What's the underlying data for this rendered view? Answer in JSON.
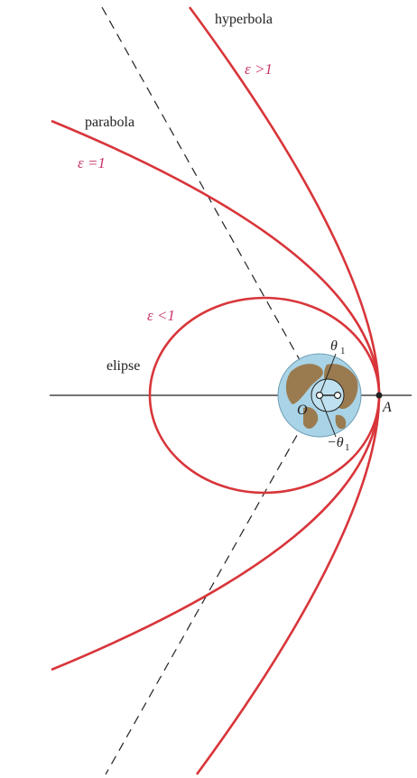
{
  "labels": {
    "hyperbola": "hyperbola",
    "hyperbola_eps": "ε >1",
    "parabola": "parabola",
    "parabola_eps": "ε =1",
    "ellipse": "elipse",
    "ellipse_eps": "ε <1",
    "point_a": "A",
    "origin": "O",
    "theta": "θ",
    "theta_sub": "1",
    "neg_theta": "−θ",
    "neg_theta_sub": "1"
  },
  "colors": {
    "orbit": "#d8353a",
    "eccentricity_label": "#c8336b",
    "ocean": "#a9d3e6",
    "land": "#9a7b4f"
  },
  "icons": {
    "planet": "earth-globe-icon"
  }
}
